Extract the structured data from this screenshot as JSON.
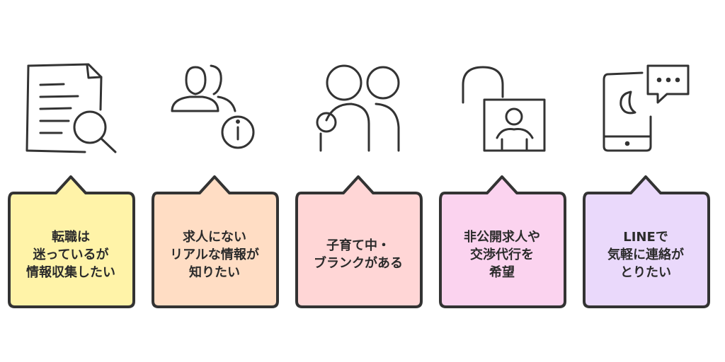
{
  "cards": [
    {
      "icon": "document-search-icon",
      "color": "#fff3a8",
      "lines": [
        "転職は",
        "迷っているが",
        "情報収集したい"
      ]
    },
    {
      "icon": "users-info-icon",
      "color": "#ffddc4",
      "lines": [
        "求人にない",
        "リアルな情報が",
        "知りたい"
      ]
    },
    {
      "icon": "family-icon",
      "color": "#ffd6d6",
      "lines": [
        "子育て中・",
        "ブランクがある"
      ]
    },
    {
      "icon": "unlock-profile-icon",
      "color": "#fbd3ef",
      "lines": [
        "非公開求人や",
        "交渉代行を",
        "希望"
      ]
    },
    {
      "icon": "phone-chat-icon",
      "color": "#ead9fb",
      "lines": [
        "LINEで",
        "気軽に連絡が",
        "とりたい"
      ]
    }
  ]
}
